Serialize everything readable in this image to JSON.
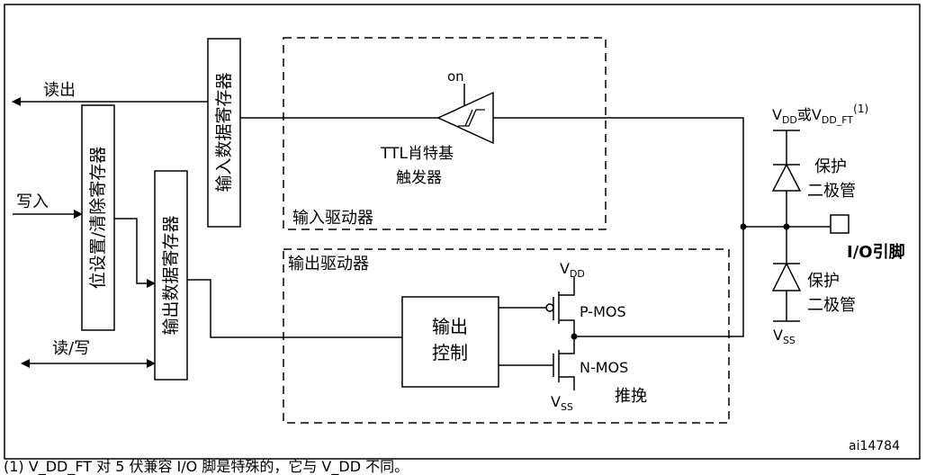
{
  "registers": {
    "input_data": "输入数据寄存器",
    "bit_set_reset": "位设置/清除寄存器",
    "output_data": "输出数据寄存器"
  },
  "signals": {
    "read_out": "读出",
    "write_in": "写入",
    "read_write": "读/写"
  },
  "input_driver": {
    "label": "输入驱动器",
    "trigger_on": "on",
    "trigger_line1": "TTL肖特基",
    "trigger_line2": "触发器"
  },
  "output_driver": {
    "label": "输出驱动器",
    "control_line1": "输出",
    "control_line2": "控制",
    "vdd": "V",
    "vdd_sub": "DD",
    "vss": "V",
    "vss_sub": "SS",
    "pmos": "P-MOS",
    "nmos": "N-MOS",
    "push_pull": "推挽"
  },
  "protection": {
    "vdd_prefix": "V",
    "vdd_sub": "DD",
    "vdd_or": "或V",
    "vdd_ft_sub": "DD_FT",
    "vdd_ft_note": "(1)",
    "diode_top_line1": "保护",
    "diode_top_line2": "二极管",
    "diode_bottom_line1": "保护",
    "diode_bottom_line2": "二极管",
    "vss": "V",
    "vss_sub": "SS"
  },
  "io_pin": "I/O引脚",
  "figure_id": "ai14784",
  "footnote": "(1) V_DD_FT 对 5 伏兼容 I/O 脚是特殊的，它与 V_DD 不同。"
}
